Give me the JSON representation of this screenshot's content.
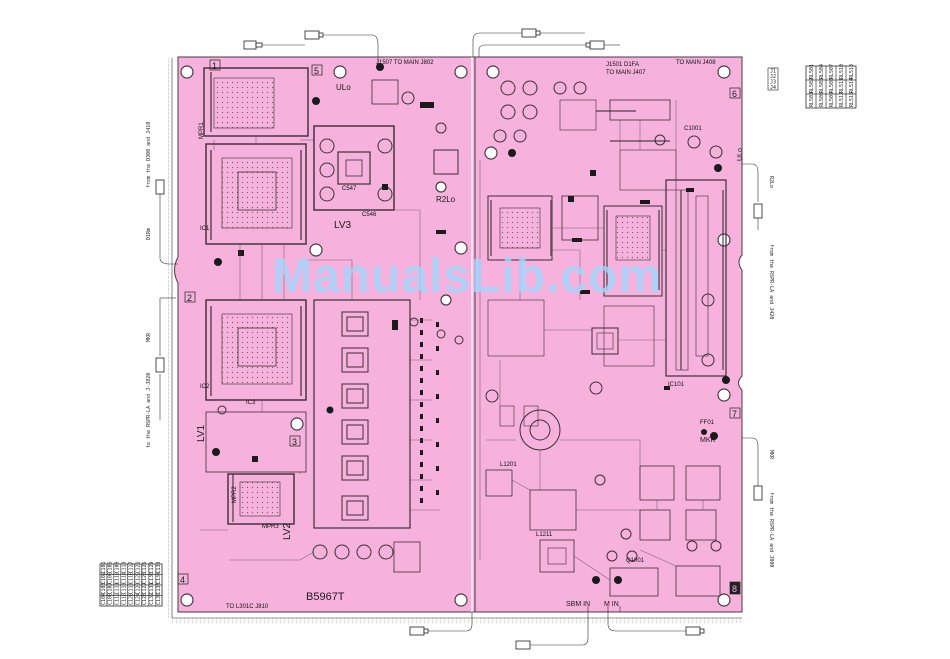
{
  "board": {
    "part_number": "B5967T",
    "watermark": "ManualsLib.com",
    "colors": {
      "board": "#f6b2dc",
      "trace": "#5a4a55",
      "ink": "#1a1a1a",
      "watermark": "#9fd7ff"
    }
  },
  "zones": [
    "1",
    "2",
    "3",
    "4",
    "5",
    "6",
    "7",
    "8"
  ],
  "header_labels": {
    "top_left": "J1507 TO MAIN J802",
    "top_right": "J1501 D1FA",
    "top_right_sub": "TO MAIN J407",
    "top_far_right": "TO MAIN J408",
    "bottom_left": "TO L301C J810",
    "bottom_mid_a": "SBM IN",
    "bottom_mid_b": "M IN"
  },
  "component_labels": {
    "lv3": "LV3",
    "lv1": "LV1",
    "lv2": "LV2",
    "r2lo": "R2Lo",
    "ulo": "ULo",
    "ulo_right": "ULo",
    "mpr1": "MPR1",
    "mpr2": "MPR2",
    "mpr3": "MPR3",
    "c547": "C547",
    "c546": "C546",
    "ic1": "IC1",
    "ic2": "IC2",
    "ic3": "IC3",
    "ic101": "IC101",
    "l1201": "L1201",
    "l1211": "L1211",
    "c1001": "C1001",
    "q1001": "Q1001",
    "ff01": "FF01",
    "mkr": "MKR"
  },
  "side_notes": {
    "left_top": "from the D300 and J410",
    "left_bottom": "to the RSPR-LA and J-J820",
    "right_top": "from the RSPR-LA and J420",
    "right_bottom": "from the RSPR-LA and J800",
    "left_tag_a": "D1Rm",
    "left_tag_b": "MKR",
    "right_tag_a": "R2Lo",
    "right_tag_b": "MKR"
  },
  "legend_right_top": [
    [
      "RL501",
      "RL502",
      "RL503"
    ],
    [
      "RL504",
      "RL505",
      "RL506"
    ],
    [
      "RL507",
      "RL508",
      "RL509"
    ],
    [
      "RL510",
      "RL511",
      "RL512"
    ],
    [
      "RL513",
      "RL514",
      "RL515"
    ]
  ],
  "legend_left_bottom": [
    [
      "C101",
      "C102",
      "C103",
      "C104"
    ],
    [
      "C105",
      "C106",
      "C107",
      "C108"
    ],
    [
      "C109",
      "C110",
      "C111",
      "C112"
    ],
    [
      "C113",
      "C114",
      "C115",
      "C116"
    ],
    [
      "C117",
      "C118",
      "C119",
      "C120"
    ],
    [
      "C121",
      "C122",
      "C123",
      "C124"
    ],
    [
      "C125",
      "C126",
      "C127",
      "C128"
    ],
    [
      "C129",
      "C130",
      "C131",
      "C132"
    ],
    [
      "C133",
      "C134",
      "C135",
      "C136"
    ]
  ],
  "legend_small_top": [
    "J1",
    "J2",
    "J3",
    "J4"
  ]
}
